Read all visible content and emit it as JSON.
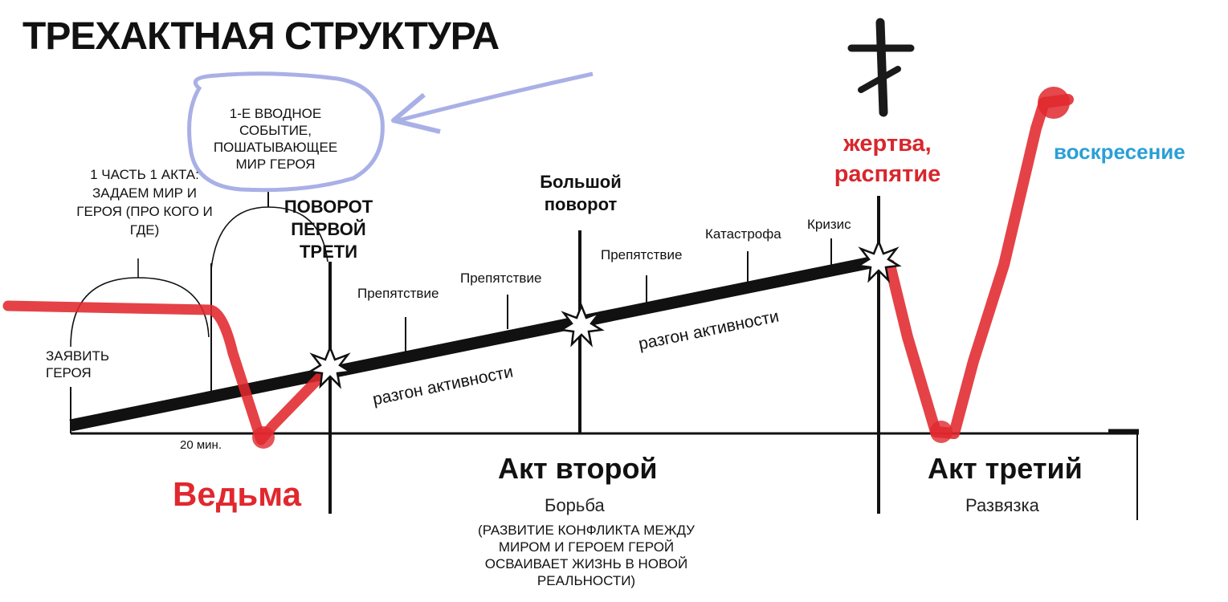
{
  "title": "ТРЕХАКТНАЯ СТРУКТУРА",
  "bubble": {
    "text": "1-Е ВВОДНОЕ СОБЫТИЕ, ПОШАТЫВАЮЩЕЕ МИР ГЕРОЯ"
  },
  "act1": {
    "intro": "1 ЧАСТЬ 1 АКТА: ЗАДАЕМ МИР И ГЕРОЯ (ПРО КОГО И ГДЕ)",
    "announce": "ЗАЯВИТЬ ГЕРОЯ",
    "time_mark": "20 мин.",
    "turning_point": "ПОВОРОТ ПЕРВОЙ ТРЕТИ",
    "witch": "Ведьма"
  },
  "act2": {
    "obstacles": [
      "Препятствие",
      "Препятствие",
      "Препятствие"
    ],
    "catastrophe": "Катастрофа",
    "crisis": "Кризис",
    "big_turn": "Большой поворот",
    "acceleration_1": "разгон активности",
    "acceleration_2": "разгон активности",
    "title": "Акт второй",
    "subtitle": "Борьба",
    "note": "(РАЗВИТИЕ КОНФЛИКТА МЕЖДУ МИРОМ И ГЕРОЕМ ГЕРОЙ ОСВАИВАЕТ ЖИЗНЬ В НОВОЙ РЕАЛЬНОСТИ)"
  },
  "act3": {
    "sacrifice": "жертва, распятие",
    "resurrection": "воскресение",
    "title": "Акт третий",
    "subtitle": "Развязка"
  },
  "colors": {
    "red": "#e0282e",
    "blue": "#2a9fd6",
    "bubble_outline": "#a9b0e6",
    "ink": "#111111"
  }
}
